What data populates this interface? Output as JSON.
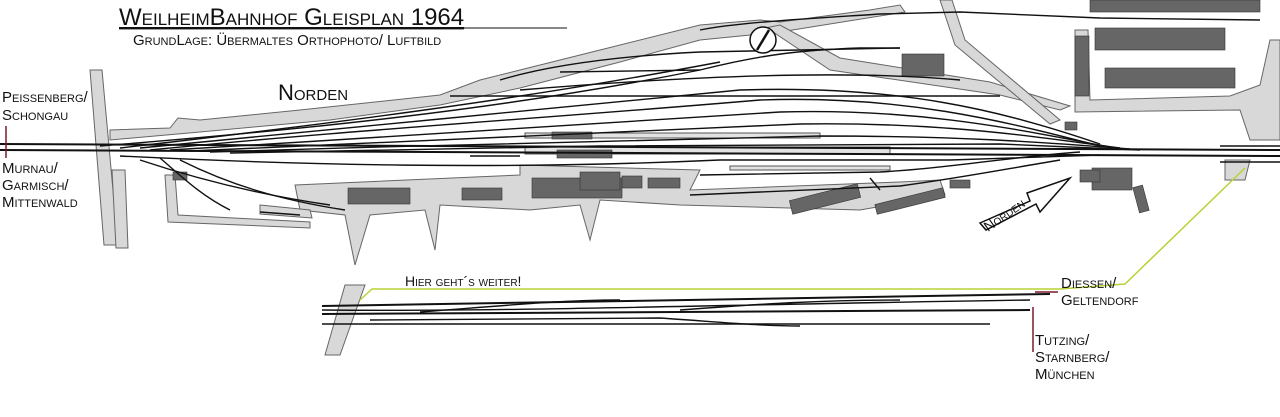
{
  "title": "WeilheimBahnhof Gleisplan 1964",
  "subtitle": "GrundLage: Übermaltes Orthophoto/ Luftbild",
  "compass_label": "Norden",
  "arrow_label": "Norden",
  "continuation_note": "Hier geht´s weiter!",
  "destinations": {
    "west_upper": [
      "Peissenberg/",
      "Schongau"
    ],
    "west_lower": [
      "Murnau/",
      "Garmisch/",
      "Mittenwald"
    ],
    "east_upper": [
      "Diessen/",
      "Geltendorf"
    ],
    "east_lower": [
      "Tutzing/",
      "Starnberg/",
      "München"
    ]
  },
  "colors": {
    "connector_line": "#b5d334",
    "marker_line": "#7a1a2a",
    "building": "#666666"
  }
}
